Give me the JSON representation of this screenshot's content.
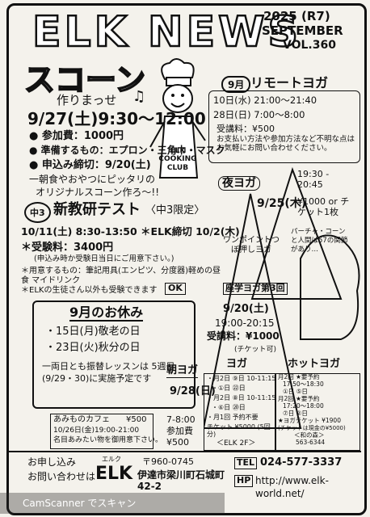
{
  "header": {
    "title": "ELK NEWS",
    "year": "2025 (R7)",
    "month": "SEPTEMBER",
    "vol": "VOL.360"
  },
  "scone": {
    "title": "スコーン",
    "subtitle": "作りまっせ",
    "chef_apron": "ELK COOKING CLUB",
    "date": "9/27(土)9:30〜12:00",
    "lines": [
      "● 参加費：1000円",
      "● 準備するもの：エプロン・三角巾・マスク",
      "● 申込み締切：9/20(土)"
    ],
    "note1": "一朝食やおやつにピッタリの",
    "note2": "オリジナルスコーン作ろ〜!!"
  },
  "test": {
    "badge": "中3",
    "title": "新教研テスト",
    "limit": "〈中3限定〉",
    "schedule": "10/11(土) 8:30-13:50 ＊ELK締切 10/2(木)",
    "fee": "＊受験料：3400円",
    "fee_note": "(申込み時か受験日当日にご用意下さい。)",
    "items": "＊用意するもの：筆記用具(エンピツ、分度器)軽めの昼食 マイドリンク",
    "elk_students": "＊ELKの生徒さん以外も受験できます",
    "ok": "OK"
  },
  "holiday": {
    "title": "9月のお休み",
    "lines": [
      "・15日(月)敬老の日",
      "・23日(火)秋分の日"
    ],
    "note": "一両日とも振替レッスンは 5週目(9/29・30)に実施予定です"
  },
  "cafe": {
    "title": "あみものカフェ",
    "price": "¥500",
    "date": "10/26日(金)19:00-21:00",
    "note": "名目あみたい物を御用意下さい。"
  },
  "remote": {
    "label": "9月",
    "title": "リモートヨガ",
    "slot1": "10日(水) 21:00〜21:40",
    "slot2": "28日(日) 7:00〜8:00",
    "fee": "受講料：¥500",
    "note": "お支払い方法や参加方法など不明な点はお気軽にお問い合わせください。"
  },
  "night_yoga": {
    "title": "夜ヨガ",
    "date": "9/25(木)",
    "time": "19:30 - 20:45",
    "price": "¥1000 or チケット1枚"
  },
  "pachi": {
    "text": "パーチャ・コーンと人間は57の関節があり…"
  },
  "workshop": {
    "title": "ワンポイントつぼ押しヨガ",
    "sub": "座学ヨガ第3回",
    "date": "9/20(土)",
    "time": "19:00-20:15",
    "fee": "受講料：¥1000",
    "fee_note": "(チケット可)"
  },
  "morning": {
    "title": "朝ヨガ",
    "date": "9/28(日)",
    "time": "7-8:00",
    "venue": "参加費",
    "price": "¥500"
  },
  "yoga": {
    "title": "ヨガ",
    "lines": [
      "・月2日 ⑨日 10-11:15",
      "・①日 ㉒日",
      "・月2日 ⑧日 10-11:15",
      "・⑥日 ⑳日",
      "・月1回 予約不要"
    ],
    "ticket": "チケット ¥5000 (5回分)",
    "footer": "＜ELK 2F＞"
  },
  "hot_yoga": {
    "title": "ホットヨガ",
    "lines": [
      "月2回 ★要予約",
      "17:50〜18:30",
      "①日 ⑤日",
      "月2回 ★要予約",
      "17:20〜18:00",
      "⑦日 ②日",
      "★ヨガチケット ¥1900",
      "(チケットは現金の¥5000)",
      "＜和の森＞",
      "563-6344"
    ]
  },
  "footer": {
    "apply": "お申し込み",
    "inquiry": "お問い合わせは",
    "elk": "ELK",
    "elk_ruby": "エルク",
    "postal": "〒960-0745",
    "address": "伊達市梁川町石城町 42-2",
    "tel_label": "TEL",
    "tel": "024-577-3337",
    "hp_label": "HP",
    "hp": "http://www.elk-world.net/"
  },
  "watermark": "CamScanner でスキャン"
}
